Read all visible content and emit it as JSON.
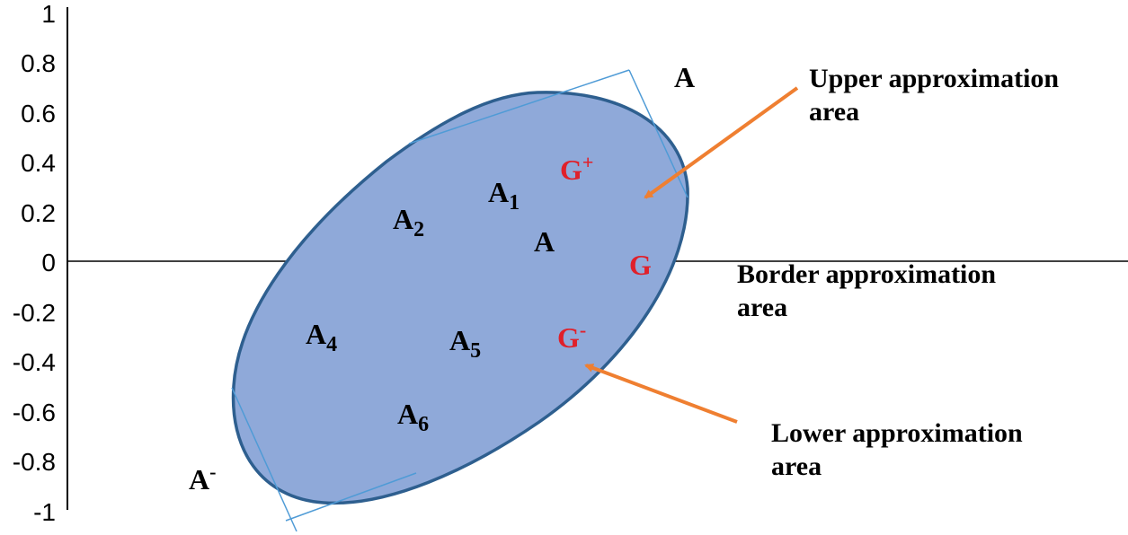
{
  "axis": {
    "ticks": [
      "1",
      "0.8",
      "0.6",
      "0.4",
      "0.2",
      "0",
      "-0.2",
      "-0.4",
      "-0.6",
      "-0.8",
      "-1"
    ]
  },
  "points": {
    "a1": {
      "base": "A",
      "sub": "1"
    },
    "a2": {
      "base": "A",
      "sub": "2"
    },
    "a4": {
      "base": "A",
      "sub": "4"
    },
    "a5": {
      "base": "A",
      "sub": "5"
    },
    "a6": {
      "base": "A",
      "sub": "6"
    },
    "a": "A",
    "a_top": "A",
    "a_minus": {
      "base": "A",
      "sup": "-"
    },
    "g": "G",
    "g_plus": {
      "base": "G",
      "sup": "+"
    },
    "g_minus": {
      "base": "G",
      "sup": "-"
    }
  },
  "annotations": {
    "upper": [
      "Upper approximation",
      "area"
    ],
    "border": [
      "Border approximation",
      "area"
    ],
    "lower": [
      "Lower approximation",
      "area"
    ]
  },
  "colors": {
    "ellipse_fill": "#8fa9d9",
    "ellipse_stroke": "#2e5f8f",
    "frame": "#4f9bd6",
    "arrow": "#ef7f31",
    "red_label": "#e0202a"
  }
}
